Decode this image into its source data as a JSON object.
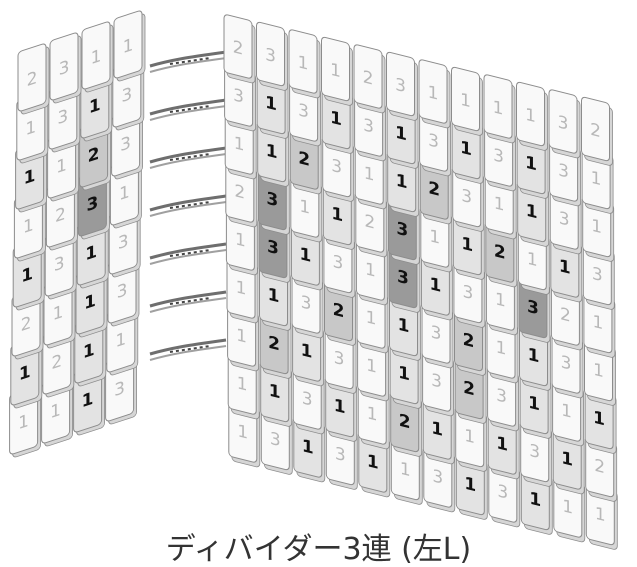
{
  "caption": "ディバイダー3連 (左L)",
  "colors": {
    "level_0": "#f9f9f9",
    "level_1": "#e3e3e3",
    "level_2": "#c8c8c8",
    "level_3": "#9a9a9a",
    "outline": "#8c8c8c",
    "connector": "#6e6e6e"
  },
  "left_panel": {
    "rows": [
      [
        {
          "n": "2",
          "h": false
        },
        {
          "n": "3",
          "h": false
        },
        {
          "n": "1",
          "h": false
        },
        {
          "n": "1",
          "h": false
        }
      ],
      [
        {
          "n": "1",
          "h": false
        },
        {
          "n": "3",
          "h": false
        },
        {
          "n": "1",
          "h": true
        },
        {
          "n": "3",
          "h": false
        }
      ],
      [
        {
          "n": "1",
          "h": true
        },
        {
          "n": "1",
          "h": false
        },
        {
          "n": "2",
          "h": true
        },
        {
          "n": "3",
          "h": false
        }
      ],
      [
        {
          "n": "1",
          "h": false
        },
        {
          "n": "2",
          "h": false
        },
        {
          "n": "3",
          "h": true
        },
        {
          "n": "1",
          "h": false
        }
      ],
      [
        {
          "n": "1",
          "h": true
        },
        {
          "n": "3",
          "h": false
        },
        {
          "n": "1",
          "h": true
        },
        {
          "n": "3",
          "h": false
        }
      ],
      [
        {
          "n": "2",
          "h": false
        },
        {
          "n": "1",
          "h": false
        },
        {
          "n": "1",
          "h": true
        },
        {
          "n": "3",
          "h": false
        }
      ],
      [
        {
          "n": "1",
          "h": true
        },
        {
          "n": "2",
          "h": false
        },
        {
          "n": "1",
          "h": true
        },
        {
          "n": "1",
          "h": false
        }
      ],
      [
        {
          "n": "1",
          "h": false
        },
        {
          "n": "1",
          "h": false
        },
        {
          "n": "1",
          "h": true
        },
        {
          "n": "3",
          "h": false
        }
      ]
    ]
  },
  "right_panel": {
    "rows": [
      [
        {
          "n": "2",
          "h": false
        },
        {
          "n": "3",
          "h": false
        },
        {
          "n": "1",
          "h": false
        },
        {
          "n": "1",
          "h": false
        },
        {
          "n": "2",
          "h": false
        },
        {
          "n": "3",
          "h": false
        },
        {
          "n": "1",
          "h": false
        },
        {
          "n": "1",
          "h": false
        },
        {
          "n": "1",
          "h": false
        },
        {
          "n": "1",
          "h": false
        },
        {
          "n": "3",
          "h": false
        },
        {
          "n": "2",
          "h": false
        }
      ],
      [
        {
          "n": "3",
          "h": false
        },
        {
          "n": "1",
          "h": true
        },
        {
          "n": "3",
          "h": false
        },
        {
          "n": "1",
          "h": true
        },
        {
          "n": "3",
          "h": false
        },
        {
          "n": "1",
          "h": true
        },
        {
          "n": "3",
          "h": false
        },
        {
          "n": "1",
          "h": true
        },
        {
          "n": "3",
          "h": false
        },
        {
          "n": "1",
          "h": true
        },
        {
          "n": "3",
          "h": false
        },
        {
          "n": "1",
          "h": false
        }
      ],
      [
        {
          "n": "1",
          "h": false
        },
        {
          "n": "1",
          "h": true
        },
        {
          "n": "2",
          "h": true
        },
        {
          "n": "3",
          "h": false
        },
        {
          "n": "1",
          "h": false
        },
        {
          "n": "1",
          "h": true
        },
        {
          "n": "2",
          "h": true
        },
        {
          "n": "3",
          "h": false
        },
        {
          "n": "1",
          "h": false
        },
        {
          "n": "1",
          "h": true
        },
        {
          "n": "3",
          "h": false
        },
        {
          "n": "1",
          "h": false
        }
      ],
      [
        {
          "n": "2",
          "h": false
        },
        {
          "n": "3",
          "h": true
        },
        {
          "n": "1",
          "h": false
        },
        {
          "n": "1",
          "h": true
        },
        {
          "n": "2",
          "h": false
        },
        {
          "n": "3",
          "h": true
        },
        {
          "n": "1",
          "h": false
        },
        {
          "n": "1",
          "h": true
        },
        {
          "n": "2",
          "h": true
        },
        {
          "n": "1",
          "h": false
        },
        {
          "n": "1",
          "h": true
        },
        {
          "n": "3",
          "h": false
        }
      ],
      [
        {
          "n": "1",
          "h": false
        },
        {
          "n": "3",
          "h": true
        },
        {
          "n": "1",
          "h": true
        },
        {
          "n": "3",
          "h": false
        },
        {
          "n": "1",
          "h": false
        },
        {
          "n": "3",
          "h": true
        },
        {
          "n": "1",
          "h": true
        },
        {
          "n": "3",
          "h": false
        },
        {
          "n": "1",
          "h": false
        },
        {
          "n": "3",
          "h": true
        },
        {
          "n": "2",
          "h": false
        },
        {
          "n": "1",
          "h": false
        }
      ],
      [
        {
          "n": "1",
          "h": false
        },
        {
          "n": "1",
          "h": true
        },
        {
          "n": "3",
          "h": false
        },
        {
          "n": "2",
          "h": true
        },
        {
          "n": "1",
          "h": false
        },
        {
          "n": "1",
          "h": true
        },
        {
          "n": "3",
          "h": false
        },
        {
          "n": "2",
          "h": true
        },
        {
          "n": "1",
          "h": false
        },
        {
          "n": "1",
          "h": true
        },
        {
          "n": "3",
          "h": false
        },
        {
          "n": "1",
          "h": false
        }
      ],
      [
        {
          "n": "1",
          "h": false
        },
        {
          "n": "2",
          "h": true
        },
        {
          "n": "1",
          "h": true
        },
        {
          "n": "3",
          "h": false
        },
        {
          "n": "1",
          "h": false
        },
        {
          "n": "1",
          "h": true
        },
        {
          "n": "3",
          "h": false
        },
        {
          "n": "2",
          "h": true
        },
        {
          "n": "3",
          "h": false
        },
        {
          "n": "1",
          "h": true
        },
        {
          "n": "1",
          "h": false
        },
        {
          "n": "1",
          "h": true
        }
      ],
      [
        {
          "n": "1",
          "h": false
        },
        {
          "n": "1",
          "h": true
        },
        {
          "n": "3",
          "h": false
        },
        {
          "n": "1",
          "h": true
        },
        {
          "n": "1",
          "h": false
        },
        {
          "n": "2",
          "h": true
        },
        {
          "n": "1",
          "h": true
        },
        {
          "n": "1",
          "h": false
        },
        {
          "n": "1",
          "h": true
        },
        {
          "n": "3",
          "h": false
        },
        {
          "n": "1",
          "h": true
        },
        {
          "n": "2",
          "h": false
        }
      ],
      [
        {
          "n": "1",
          "h": false
        },
        {
          "n": "3",
          "h": false
        },
        {
          "n": "1",
          "h": true
        },
        {
          "n": "3",
          "h": false
        },
        {
          "n": "1",
          "h": true
        },
        {
          "n": "1",
          "h": false
        },
        {
          "n": "3",
          "h": false
        },
        {
          "n": "1",
          "h": true
        },
        {
          "n": "3",
          "h": false
        },
        {
          "n": "1",
          "h": true
        },
        {
          "n": "1",
          "h": false
        },
        {
          "n": "1",
          "h": false
        }
      ]
    ]
  }
}
